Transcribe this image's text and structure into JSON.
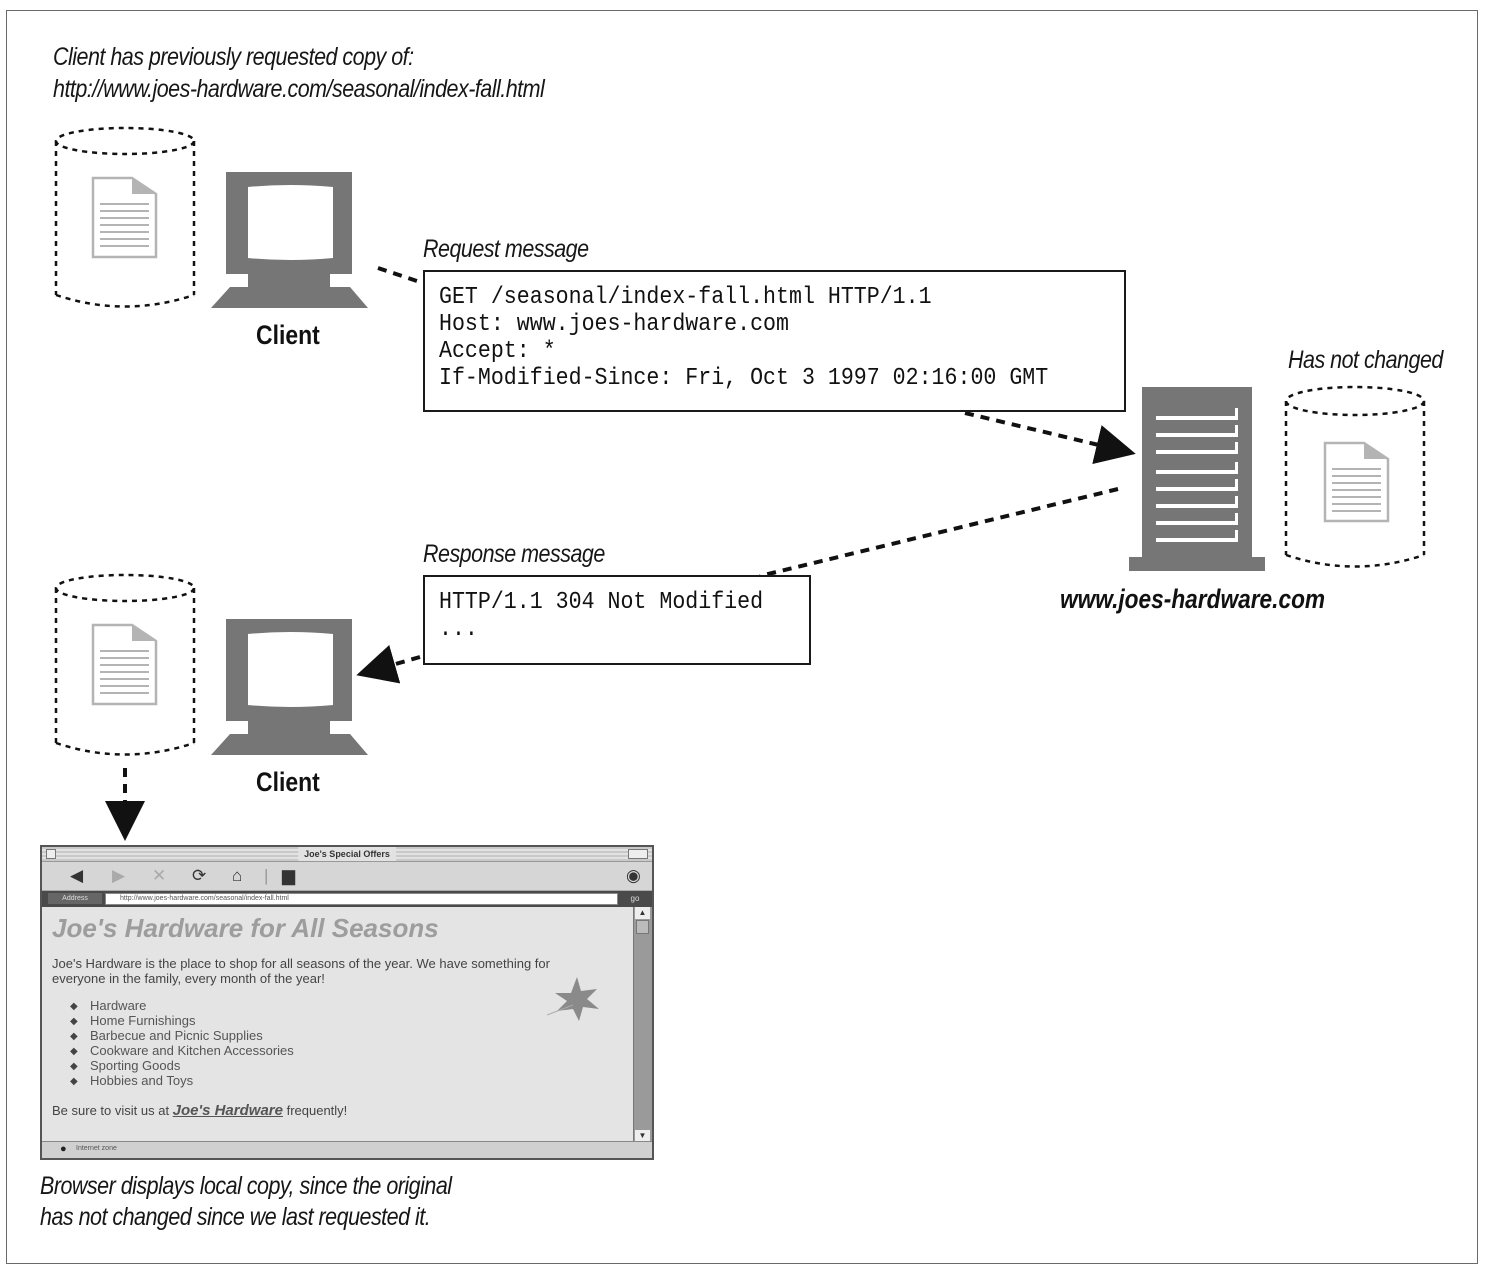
{
  "captions": {
    "top_line1": "Client has previously requested copy of:",
    "top_line2": "http://www.joes-hardware.com/seasonal/index-fall.html",
    "has_not_changed": "Has not changed",
    "bottom_line1": "Browser displays local copy, since the original",
    "bottom_line2": "has not changed since we last requested it."
  },
  "labels": {
    "client_top": "Client",
    "client_bottom": "Client",
    "server": "www.joes-hardware.com"
  },
  "request": {
    "title": "Request message",
    "lines": [
      "GET /seasonal/index-fall.html HTTP/1.1",
      "Host: www.joes-hardware.com",
      "Accept: *",
      "If-Modified-Since: Fri, Oct 3 1997 02:16:00 GMT"
    ]
  },
  "response": {
    "title": "Response message",
    "lines": [
      "HTTP/1.1 304 Not Modified",
      "..."
    ]
  },
  "browser": {
    "window_title": "Joe's Special Offers",
    "toolbar_icons": [
      "back-icon",
      "forward-icon",
      "stop-icon",
      "refresh-icon",
      "home-icon",
      "print-icon",
      "mail-icon"
    ],
    "address_label": "Address",
    "address_value": "http://www.joes-hardware.com/seasonal/index-fall.html",
    "go_label": "go",
    "heading": "Joe's Hardware for All Seasons",
    "paragraph": "Joe's Hardware is the place to shop for all seasons of the year. We have something for everyone in the family, every month of the year!",
    "list": [
      "Hardware",
      "Home Furnishings",
      "Barbecue and Picnic Supplies",
      "Cookware and Kitchen Accessories",
      "Sporting Goods",
      "Hobbies and Toys"
    ],
    "footer_before": "Be sure to visit us at ",
    "footer_link": "Joe's Hardware",
    "footer_after": " frequently!",
    "status": "Internet zone"
  },
  "colors": {
    "icon_gray": "#767676",
    "doc_gray": "#b4b4b4",
    "ink": "#111111"
  }
}
